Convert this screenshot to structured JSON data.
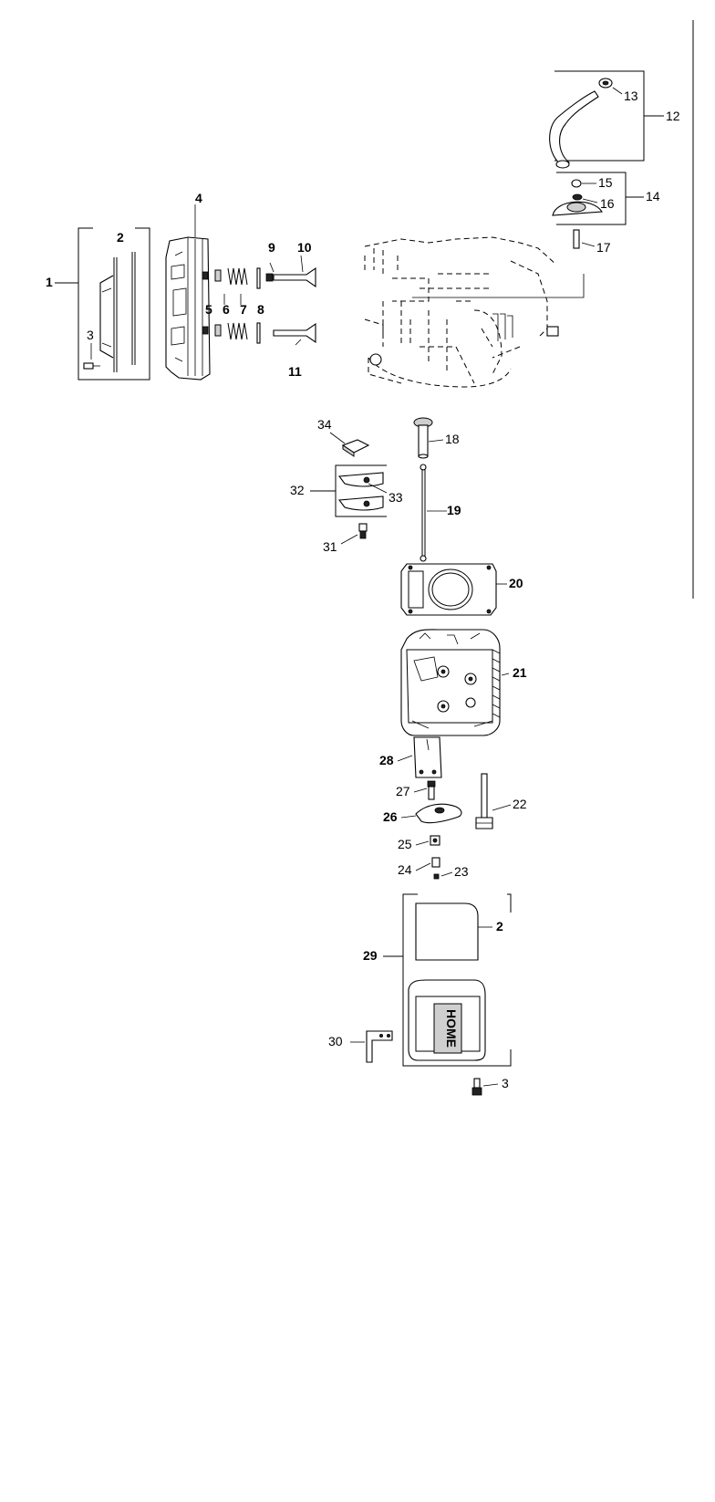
{
  "callouts": {
    "c1": "1",
    "c2a": "2",
    "c3a": "3",
    "c4": "4",
    "c5": "5",
    "c6": "6",
    "c7": "7",
    "c8": "8",
    "c9": "9",
    "c10": "10",
    "c11": "11",
    "c12": "12",
    "c13": "13",
    "c14": "14",
    "c15": "15",
    "c16": "16",
    "c17": "17",
    "c18": "18",
    "c19": "19",
    "c20": "20",
    "c21": "21",
    "c22": "22",
    "c23": "23",
    "c24": "24",
    "c25": "25",
    "c26": "26",
    "c27": "27",
    "c28": "28",
    "c29": "29",
    "c2b": "2",
    "c30": "30",
    "c3b": "3",
    "c31": "31",
    "c32": "32",
    "c33": "33",
    "c34": "34"
  },
  "logo_text": "HOME"
}
